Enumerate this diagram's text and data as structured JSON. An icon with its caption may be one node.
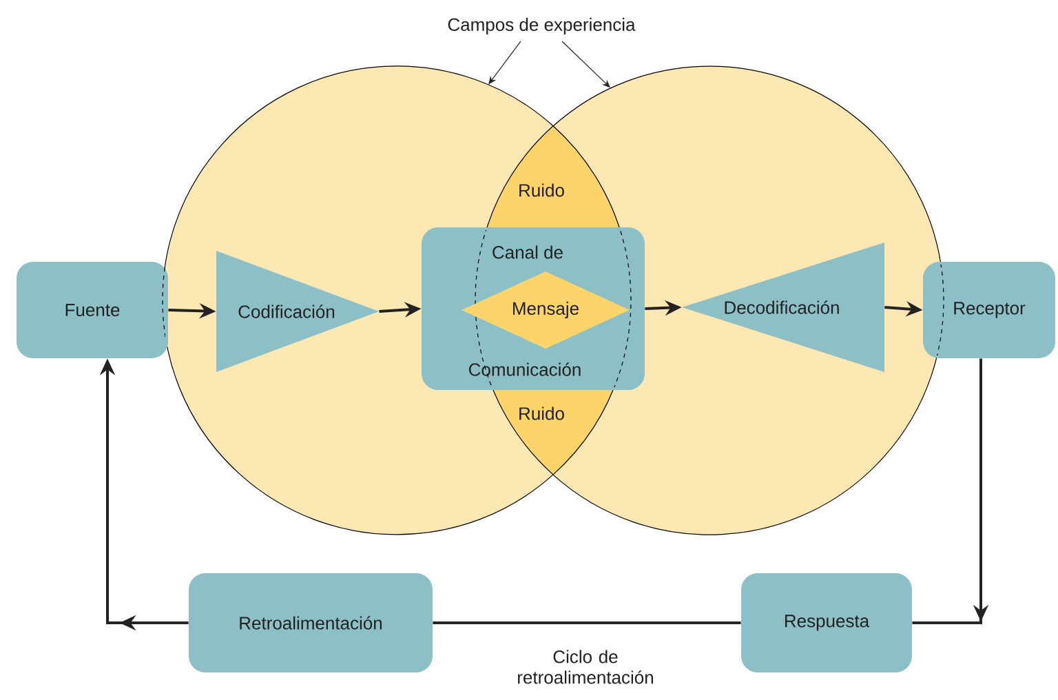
{
  "diagram": {
    "nodes": [
      {
        "text": [
          "Campos de experiencia"
        ]
      },
      {
        "text": [],
        "shape": "circle"
      },
      {
        "text": [],
        "shape": "circle"
      },
      {
        "text": [
          "Ruido",
          "Ruido"
        ]
      },
      {
        "text": [
          "Fuente"
        ]
      },
      {
        "text": [
          "Codificación"
        ],
        "in": 1
      },
      {
        "text": [
          "Canal de",
          "Comunicación"
        ]
      },
      {
        "text": [
          "Mensaje"
        ],
        "in": 6
      },
      {
        "text": [
          "Decodificación"
        ],
        "in": 2
      },
      {
        "text": [
          "Receptor"
        ]
      },
      {
        "text": [
          "Respuesta"
        ]
      },
      {
        "text": [
          "Retroalimentación"
        ]
      }
    ],
    "edges": [
      {
        "from": 0,
        "to": 1,
        "arrow": "to"
      },
      {
        "from": 0,
        "to": 2,
        "arrow": "to"
      },
      {
        "from": 4,
        "to": 5,
        "arrow": "to"
      },
      {
        "from": 5,
        "to": 6,
        "arrow": "to"
      },
      {
        "from": 6,
        "to": 8,
        "arrow": "to"
      },
      {
        "from": 8,
        "to": 9,
        "arrow": "to"
      },
      {
        "from": 9,
        "to": 10,
        "arrow": "to"
      },
      {
        "from": 10,
        "to": 11,
        "arrow": "none",
        "label": "Ciclo de retroalimentación"
      },
      {
        "from": 11,
        "to": 4,
        "arrow": "to"
      }
    ]
  }
}
